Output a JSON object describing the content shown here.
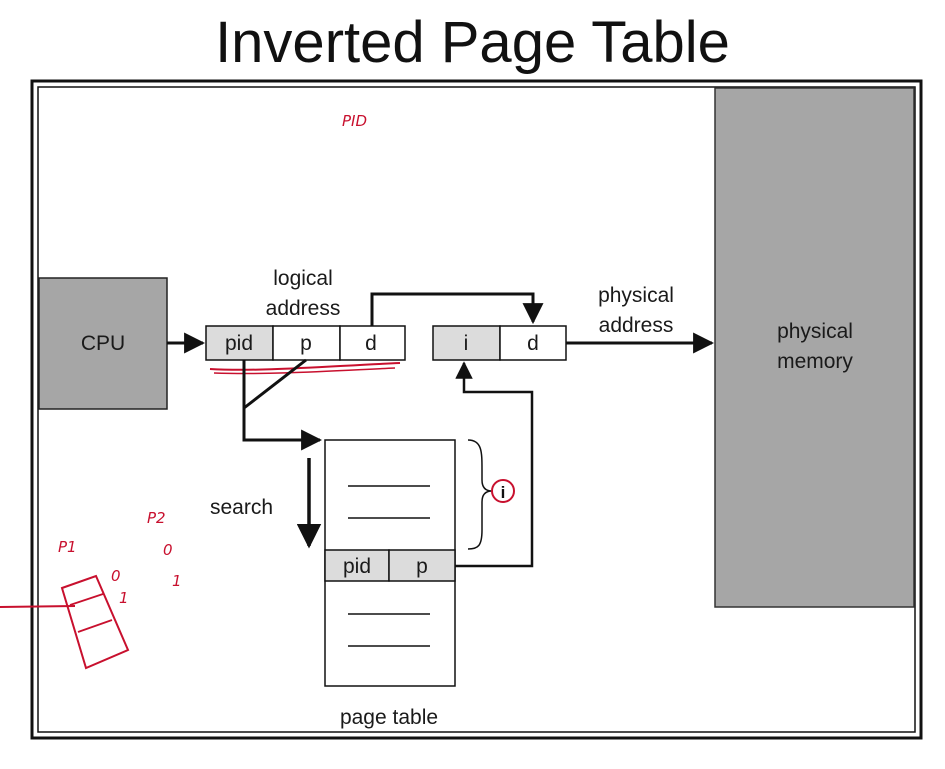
{
  "title": "Inverted Page Table",
  "cpu": {
    "label": "CPU"
  },
  "logical_address": {
    "caption_line1": "logical",
    "caption_line2": "address",
    "fields": [
      "pid",
      "p",
      "d"
    ]
  },
  "physical_address": {
    "caption_line1": "physical",
    "caption_line2": "address",
    "fields": [
      "i",
      "d"
    ]
  },
  "physical_memory": {
    "label_line1": "physical",
    "label_line2": "memory"
  },
  "page_table": {
    "caption": "page table",
    "entry_fields": [
      "pid",
      "p"
    ],
    "search_label": "search",
    "index_annotation": "i"
  },
  "annotations": {
    "pid_note": "PID",
    "p1": "P1",
    "p2": "P2",
    "zero_a": "0",
    "one_a": "1",
    "zero_b": "0",
    "one_b": "1"
  },
  "colors": {
    "box_gray": "#a6a6a6",
    "field_gray": "#dcdcdc",
    "ink_red": "#c8102e",
    "line": "#111111"
  }
}
